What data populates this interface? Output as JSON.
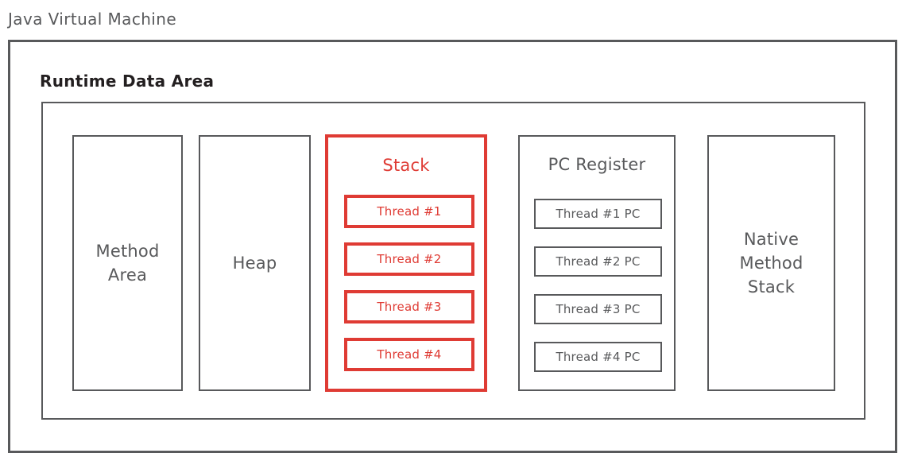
{
  "diagram": {
    "title": "Java Virtual Machine",
    "runtime_data_area": {
      "title": "Runtime Data Area",
      "regions": [
        {
          "id": "method-area",
          "label": "Method\nArea",
          "label_lines": [
            "Method",
            "Area"
          ],
          "highlighted": false,
          "children": []
        },
        {
          "id": "heap",
          "label": "Heap",
          "label_lines": [
            "Heap"
          ],
          "highlighted": false,
          "children": []
        },
        {
          "id": "stack",
          "label": "Stack",
          "label_lines": [
            "Stack"
          ],
          "highlighted": true,
          "children": [
            "Thread #1",
            "Thread #2",
            "Thread #3",
            "Thread #4"
          ]
        },
        {
          "id": "pc-register",
          "label": "PC Register",
          "label_lines": [
            "PC Register"
          ],
          "highlighted": false,
          "children": [
            "Thread #1 PC",
            "Thread #2 PC",
            "Thread #3 PC",
            "Thread #4 PC"
          ]
        },
        {
          "id": "native-method-stack",
          "label": "Native\nMethod\nStack",
          "label_lines": [
            "Native",
            "Method",
            "Stack"
          ],
          "highlighted": false,
          "children": []
        }
      ]
    }
  },
  "colors": {
    "outline": "#58595b",
    "text": "#58595b",
    "heading": "#231f20",
    "accent": "#df3b34",
    "background": "#ffffff"
  }
}
